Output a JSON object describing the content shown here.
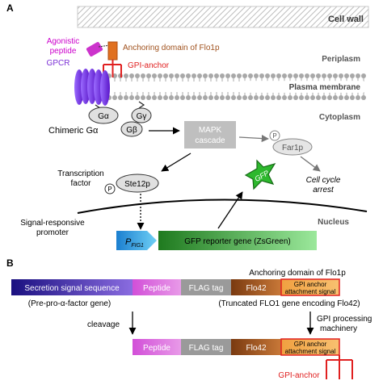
{
  "panelA": {
    "label": "A",
    "cell_wall": "Cell wall",
    "periplasm": "Periplasm",
    "plasma_membrane": "Plasma membrane",
    "cytoplasm": "Cytoplasm",
    "nucleus": "Nucleus",
    "agonistic_peptide": [
      "Agonistic",
      "peptide"
    ],
    "gpcr": "GPCR",
    "anchoring_domain": "Anchoring domain of Flo1p",
    "gpi_anchor": "GPI-anchor",
    "g_alpha": "Gα",
    "g_gamma": "Gγ",
    "g_beta": "Gβ",
    "chimeric": "Chimeric Gα",
    "mapk": [
      "MAPK",
      "cascade"
    ],
    "phospho": "P",
    "far1p": "Far1p",
    "cell_cycle_arrest": [
      "Cell cycle",
      "arrest"
    ],
    "transcription_factor": [
      "Transcription",
      "factor"
    ],
    "ste12p": "Ste12p",
    "gfp": "GFP",
    "signal_promoter": [
      "Signal-responsive",
      "promoter"
    ],
    "promoter_main": "P",
    "promoter_sub": "FIG1",
    "reporter": "GFP reporter gene (ZsGreen)"
  },
  "panelB": {
    "label": "B",
    "anchoring_domain": "Anchoring domain of Flo1p",
    "secretion": "Secretion signal sequence",
    "peptide": "Peptide",
    "flag": "FLAG tag",
    "flo42": "Flo42",
    "gpi_signal": [
      "GPI anchor",
      "attachment signal"
    ],
    "prepro": "(Pre-pro-α-factor gene)",
    "truncated": "(Truncated FLO1 gene encoding Flo42)",
    "cleavage": "cleavage",
    "gpi_processing": [
      "GPI processing",
      "machinery"
    ],
    "flag2": "FLAG tag",
    "gpi_anchor": "GPI-anchor"
  },
  "colors": {
    "magenta": "#cc00cc",
    "purple": "#7b2fd6",
    "orange_domain": "#e07020",
    "red": "#e02020",
    "gray_box": "#bfbfbf",
    "green": "#2db82d",
    "navy": "#2a1a9a",
    "brown": "#a0521e",
    "cyan": "#29a8e0"
  }
}
